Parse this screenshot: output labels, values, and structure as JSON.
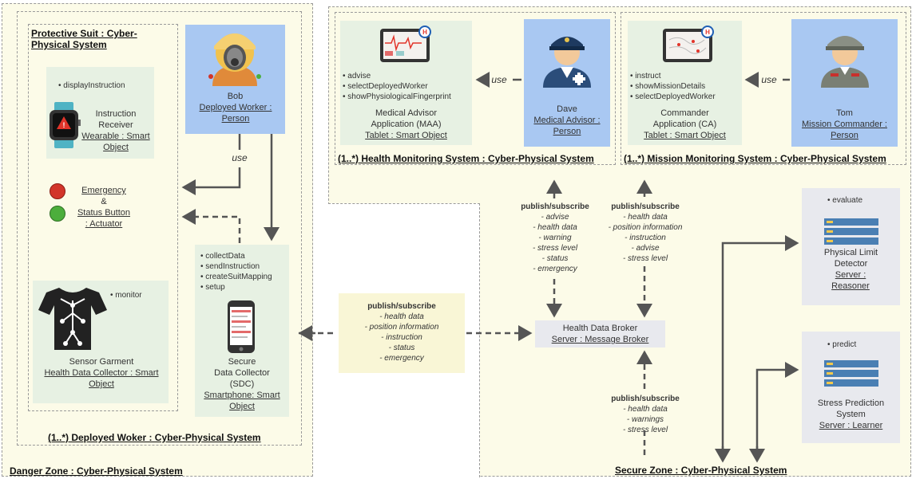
{
  "zones": {
    "danger": "Danger Zone : Cyber-Physical System",
    "deployed_worker": "(1..*) Deployed Woker : Cyber-Physical System",
    "protective_suit": "Protective Suit : Cyber-Physical System",
    "secure": "Secure Zone : Cyber-Physical System",
    "health_monitoring": "(1..*)  Health Monitoring System : Cyber-Physical System",
    "mission_monitoring": "(1..*)  Mission Monitoring System : Cyber-Physical System"
  },
  "wearable": {
    "bullet": "• displayInstruction",
    "line1": "Instruction",
    "line2": "Receiver",
    "type": "Wearable : Smart Object"
  },
  "button": {
    "line1": "Emergency",
    "line2": "&",
    "line3": "Status Button",
    "type": ": Actuator"
  },
  "garment": {
    "bullet": "• monitor",
    "name": "Sensor Garment",
    "type": "Health Data Collector : Smart Object"
  },
  "bob": {
    "name": "Bob",
    "type": "Deployed Worker : Person"
  },
  "sdc": {
    "bullets": [
      "• collectData",
      "• sendInstruction",
      "• createSuitMapping",
      "• setup"
    ],
    "line1": "Secure",
    "line2": "Data Collector",
    "line3": "(SDC)",
    "type": "Smartphone: Smart Object"
  },
  "maa": {
    "bullets": [
      "• advise",
      "• selectDeployedWorker",
      "• showPhysiologicalFingerprint"
    ],
    "line1": "Medical Advisor",
    "line2": "Application (MAA)",
    "type": "Tablet : Smart Object"
  },
  "dave": {
    "name": "Dave",
    "type": "Medical Advisor : Person"
  },
  "ca": {
    "bullets": [
      "• instruct",
      "• showMissionDetails",
      "• selectDeployedWorker"
    ],
    "line1": "Commander",
    "line2": "Application (CA)",
    "type": "Tablet : Smart Object"
  },
  "tom": {
    "name": "Tom",
    "type": "Mission Commander : Person"
  },
  "broker": {
    "name": "Health Data Broker",
    "type": "Server : Message Broker"
  },
  "limit": {
    "bullet": "• evaluate",
    "line1": "Physical Limit",
    "line2": "Detector",
    "type": "Server : Reasoner"
  },
  "stress": {
    "bullet": "• predict",
    "line1": "Stress Prediction",
    "line2": "System",
    "type": "Server : Learner"
  },
  "use": "use",
  "pubsub_title": "publish/subscribe",
  "pubsub_main": [
    "- health data",
    "- position information",
    "- instruction",
    "- status",
    "- emergency"
  ],
  "pubsub_maa": [
    "- advise",
    "- health data",
    "- warning",
    "- stress level",
    "- status",
    "- emergency"
  ],
  "pubsub_ca": [
    "- health data",
    "- position information",
    "- instruction",
    "- advise",
    "- stress level"
  ],
  "pubsub_bottom": [
    "- health data",
    "- warnings",
    "- stress level"
  ],
  "colors": {
    "zone_bg": "#fcfbe8",
    "green_box": "#e7f1e3",
    "blue_box": "#a9c8f2",
    "grey_box": "#e8e9ee",
    "arrow": "#555555"
  }
}
